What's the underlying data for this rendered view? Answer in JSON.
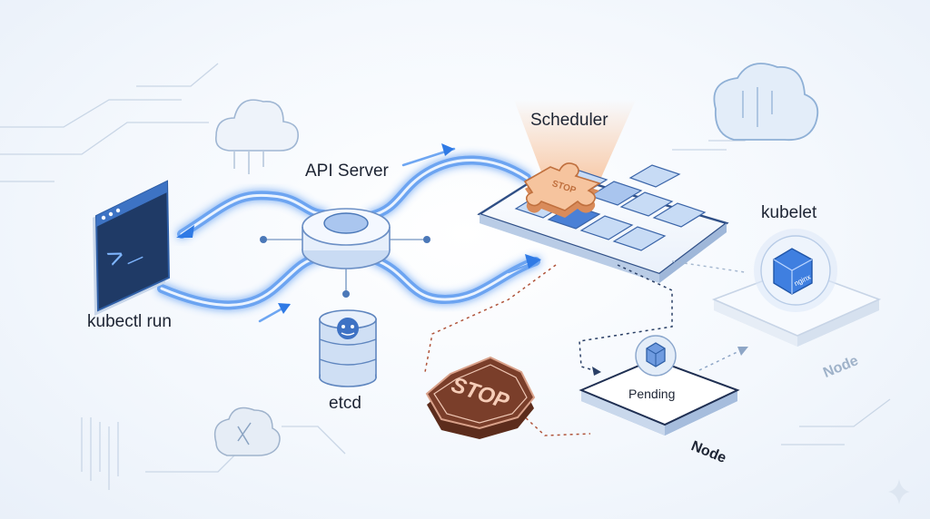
{
  "labels": {
    "api_server": "API Server",
    "scheduler": "Scheduler",
    "kubelet": "kubelet",
    "kubectl": "kubectl run",
    "etcd": "etcd",
    "pending": "Pending",
    "node_main": "Node",
    "node_faint": "Node",
    "stop_sign": "STOP",
    "stop_puzzle": "STOP",
    "nginx_tag": "nginx",
    "terminal_prompt": ">_"
  },
  "colors": {
    "flow_blue": "#2f7ae5",
    "stop_brown": "#7a3e2a",
    "scheduler_orange": "#f5b88a",
    "grid_tile": "#c7dbf5",
    "dotted_line": "#b0543a"
  },
  "icons": [
    "terminal-icon",
    "cloud-icon",
    "database-icon",
    "puzzle-icon",
    "stop-sign-icon",
    "container-icon",
    "sparkle-icon"
  ]
}
